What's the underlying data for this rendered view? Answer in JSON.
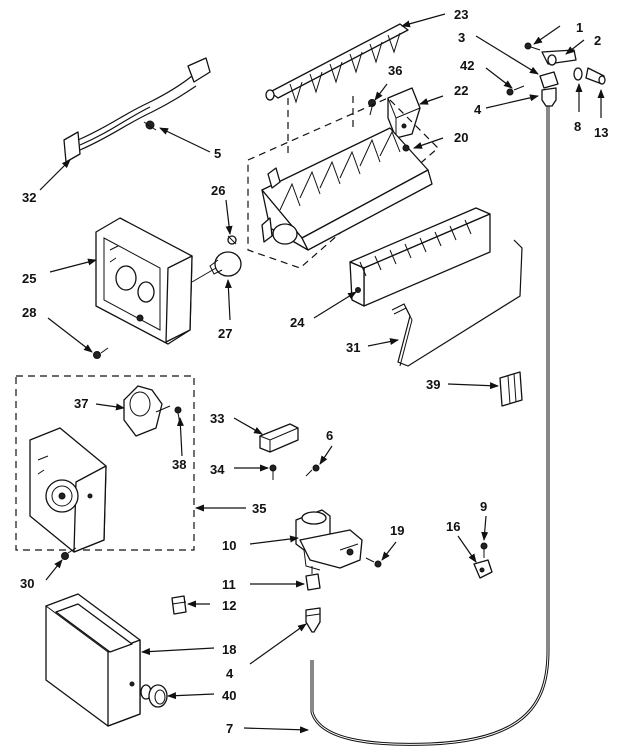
{
  "diagram": {
    "callouts": [
      "1",
      "2",
      "3",
      "4",
      "5",
      "6",
      "7",
      "8",
      "9",
      "10",
      "11",
      "12",
      "13",
      "16",
      "18",
      "19",
      "20",
      "22",
      "23",
      "24",
      "25",
      "26",
      "27",
      "28",
      "30",
      "31",
      "32",
      "33",
      "34",
      "35",
      "36",
      "37",
      "38",
      "39",
      "40",
      "42"
    ],
    "label_4_second": "4"
  }
}
